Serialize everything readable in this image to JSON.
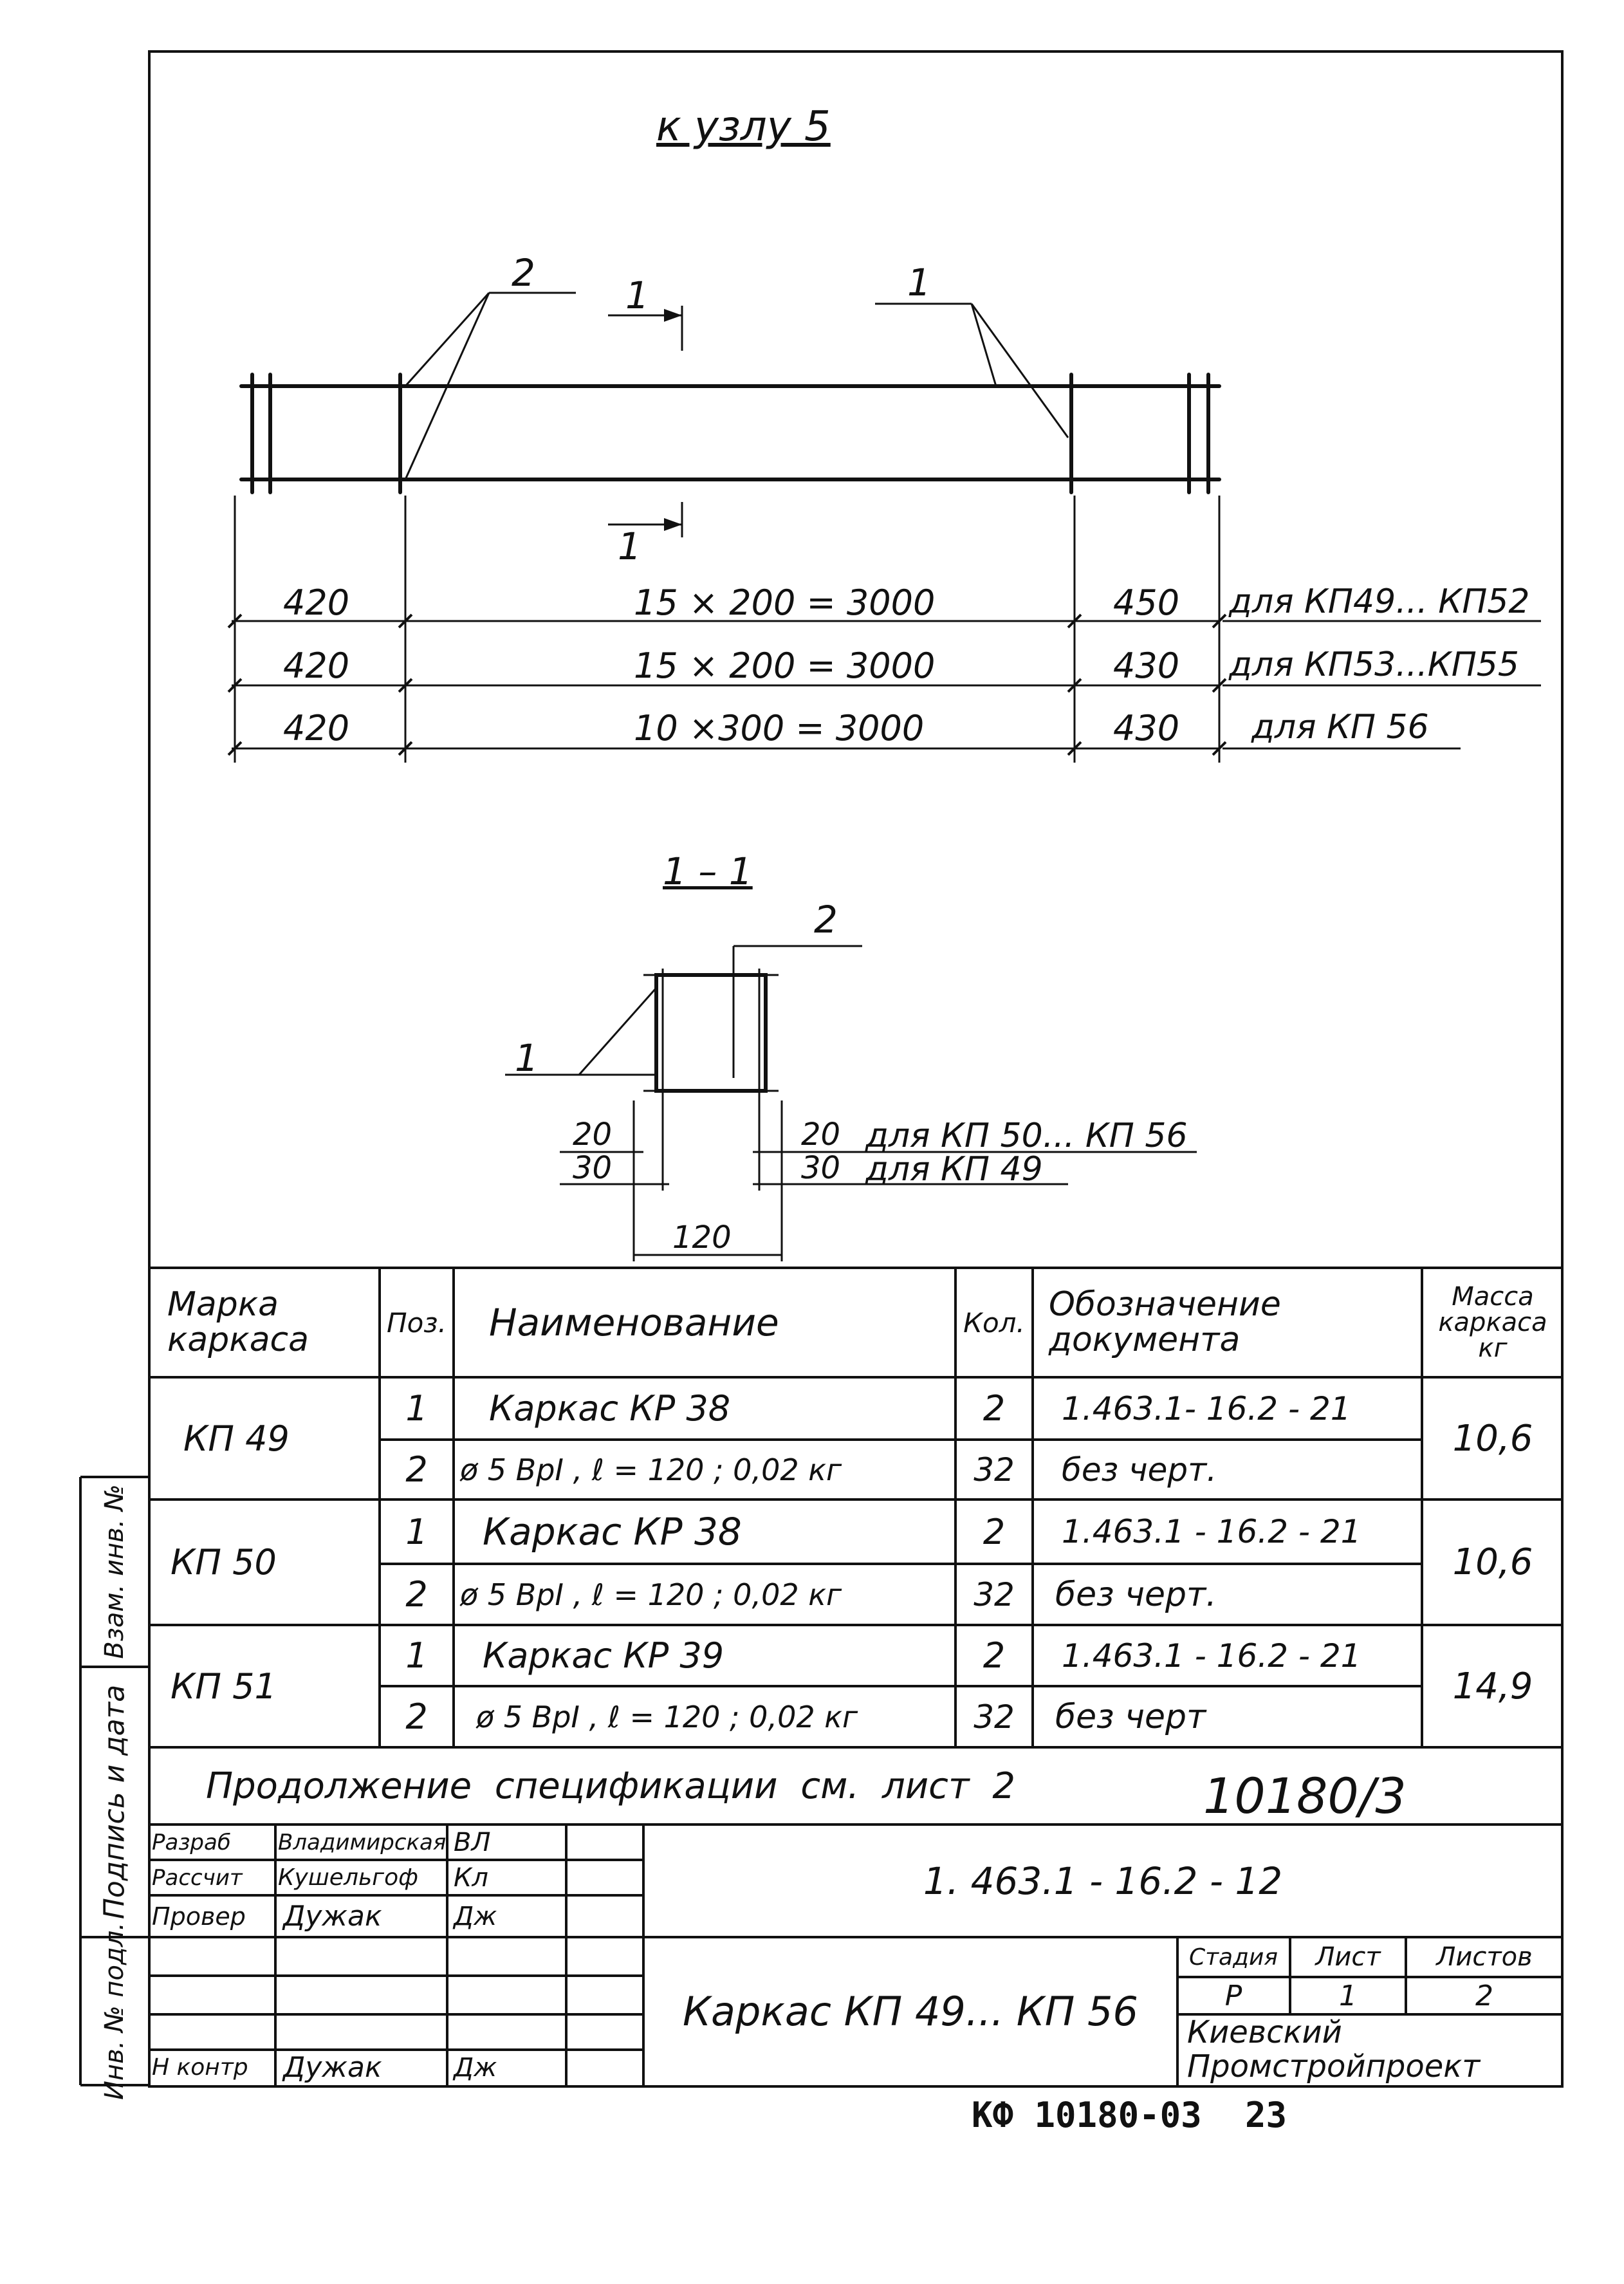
{
  "drawing": {
    "title": "к узлу 5",
    "callout_1": "1",
    "callout_2": "2",
    "section_mark": "1",
    "dimension_rows": [
      {
        "left": "420",
        "middle": "15 × 200 = 3000",
        "right": "450",
        "note": "для КП49... КП52"
      },
      {
        "left": "420",
        "middle": "15 × 200 = 3000",
        "right": "430",
        "note": "для КП53...КП55"
      },
      {
        "left": "420",
        "middle": "10 ×300 = 3000",
        "right": "430",
        "note": "для КП 56"
      }
    ]
  },
  "section": {
    "title": "1 – 1",
    "callout_1": "1",
    "callout_2": "2",
    "dim_left_top": "20",
    "dim_left_bottom": "30",
    "dim_right_top": "20",
    "dim_right_bottom": "30",
    "note_top": "для КП 50... КП 56",
    "note_bottom": "для КП 49",
    "dim_width": "120"
  },
  "spec_table": {
    "headers": {
      "mark": "Марка каркаса",
      "pos": "Поз.",
      "name": "Наименование",
      "qty": "Кол.",
      "doc": "Обозначение документа",
      "mass": "Масса каркаса кг"
    },
    "groups": [
      {
        "mark": "КП 49",
        "mass": "10,6",
        "rows": [
          {
            "pos": "1",
            "name": "Каркас КР 38",
            "qty": "2",
            "doc": "1.463.1- 16.2 - 21"
          },
          {
            "pos": "2",
            "name": "ø 5 ВрI , ℓ = 120 ; 0,02 кг",
            "qty": "32",
            "doc": "без черт."
          }
        ]
      },
      {
        "mark": "КП 50",
        "mass": "10,6",
        "rows": [
          {
            "pos": "1",
            "name": "Каркас КР 38",
            "qty": "2",
            "doc": "1.463.1 - 16.2 - 21"
          },
          {
            "pos": "2",
            "name": "ø 5 ВрI , ℓ = 120 ; 0,02 кг",
            "qty": "32",
            "doc": "без черт."
          }
        ]
      },
      {
        "mark": "КП 51",
        "mass": "14,9",
        "rows": [
          {
            "pos": "1",
            "name": "Каркас КР 39",
            "qty": "2",
            "doc": "1.463.1 - 16.2 - 21"
          },
          {
            "pos": "2",
            "name": "ø 5 ВрI , ℓ = 120 ; 0,02 кг",
            "qty": "32",
            "doc": "без черт"
          }
        ]
      }
    ],
    "continuation": "Продолжение спецификации см. лист 2",
    "handwritten_number": "10180/3"
  },
  "title_block": {
    "roles": [
      {
        "role": "Разраб",
        "name": "Владимирская",
        "signature": "ВЛ"
      },
      {
        "role": "Рассчит",
        "name": "Кушельгоф",
        "signature": "Кл"
      },
      {
        "role": "Провер",
        "name": "Дужак",
        "signature": "Дж"
      },
      {
        "role": "",
        "name": "",
        "signature": ""
      },
      {
        "role": "",
        "name": "",
        "signature": ""
      },
      {
        "role": "",
        "name": "",
        "signature": ""
      },
      {
        "role": "Н контр",
        "name": "Дужак",
        "signature": "Дж"
      }
    ],
    "designation": "1. 463.1 - 16.2 - 12",
    "product_name": "Каркас КП 49... КП 56",
    "stage_label": "Стадия",
    "sheet_label": "Лист",
    "sheets_label": "Листов",
    "stage": "Р",
    "sheet": "1",
    "sheets": "2",
    "organization": "Киевский Промстройпроект"
  },
  "side_strip": {
    "labels": [
      "Инв. № подл.",
      "Подпись и дата",
      "Взам. инв. №"
    ]
  },
  "footer": {
    "stamp": "КФ 10180-03",
    "page": "23"
  }
}
